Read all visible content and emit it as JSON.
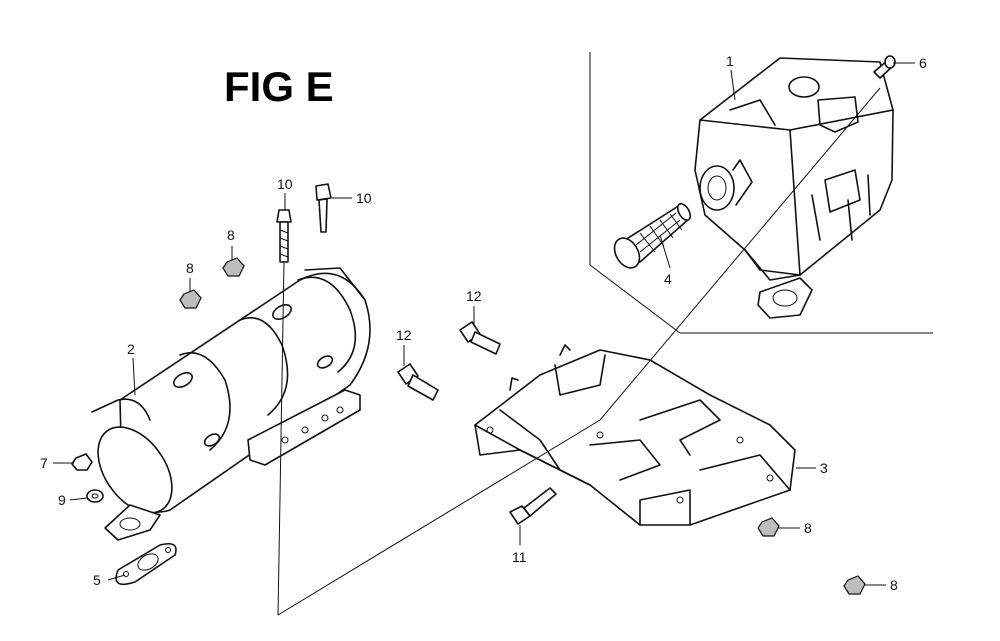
{
  "figure": {
    "title": "FIG E"
  },
  "callouts": {
    "c1": "1",
    "c2": "2",
    "c3": "3",
    "c4": "4",
    "c5": "5",
    "c6": "6",
    "c7": "7",
    "c8a": "8",
    "c8b": "8",
    "c8c": "8",
    "c8d": "8",
    "c9": "9",
    "c10a": "10",
    "c10b": "10",
    "c11": "11",
    "c12a": "12",
    "c12b": "12"
  }
}
